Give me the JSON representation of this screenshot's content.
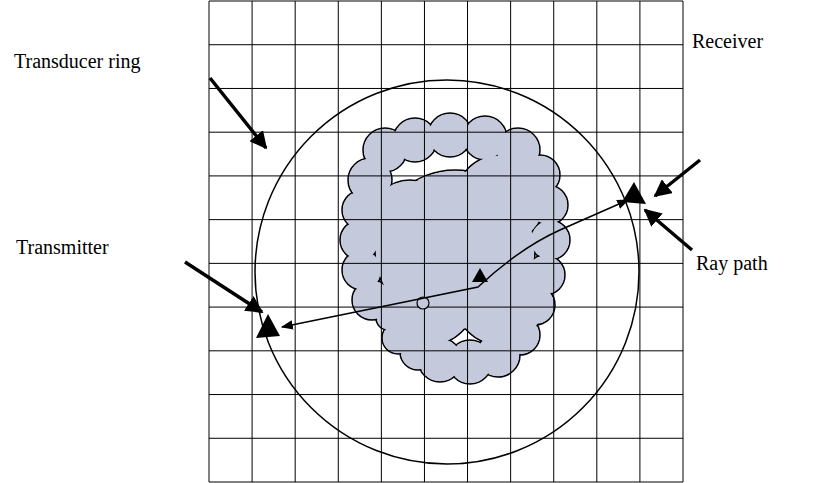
{
  "diagram": {
    "labels": [
      "Transducer ring",
      "Receiver",
      "Transmitter",
      "Ray path"
    ]
  }
}
